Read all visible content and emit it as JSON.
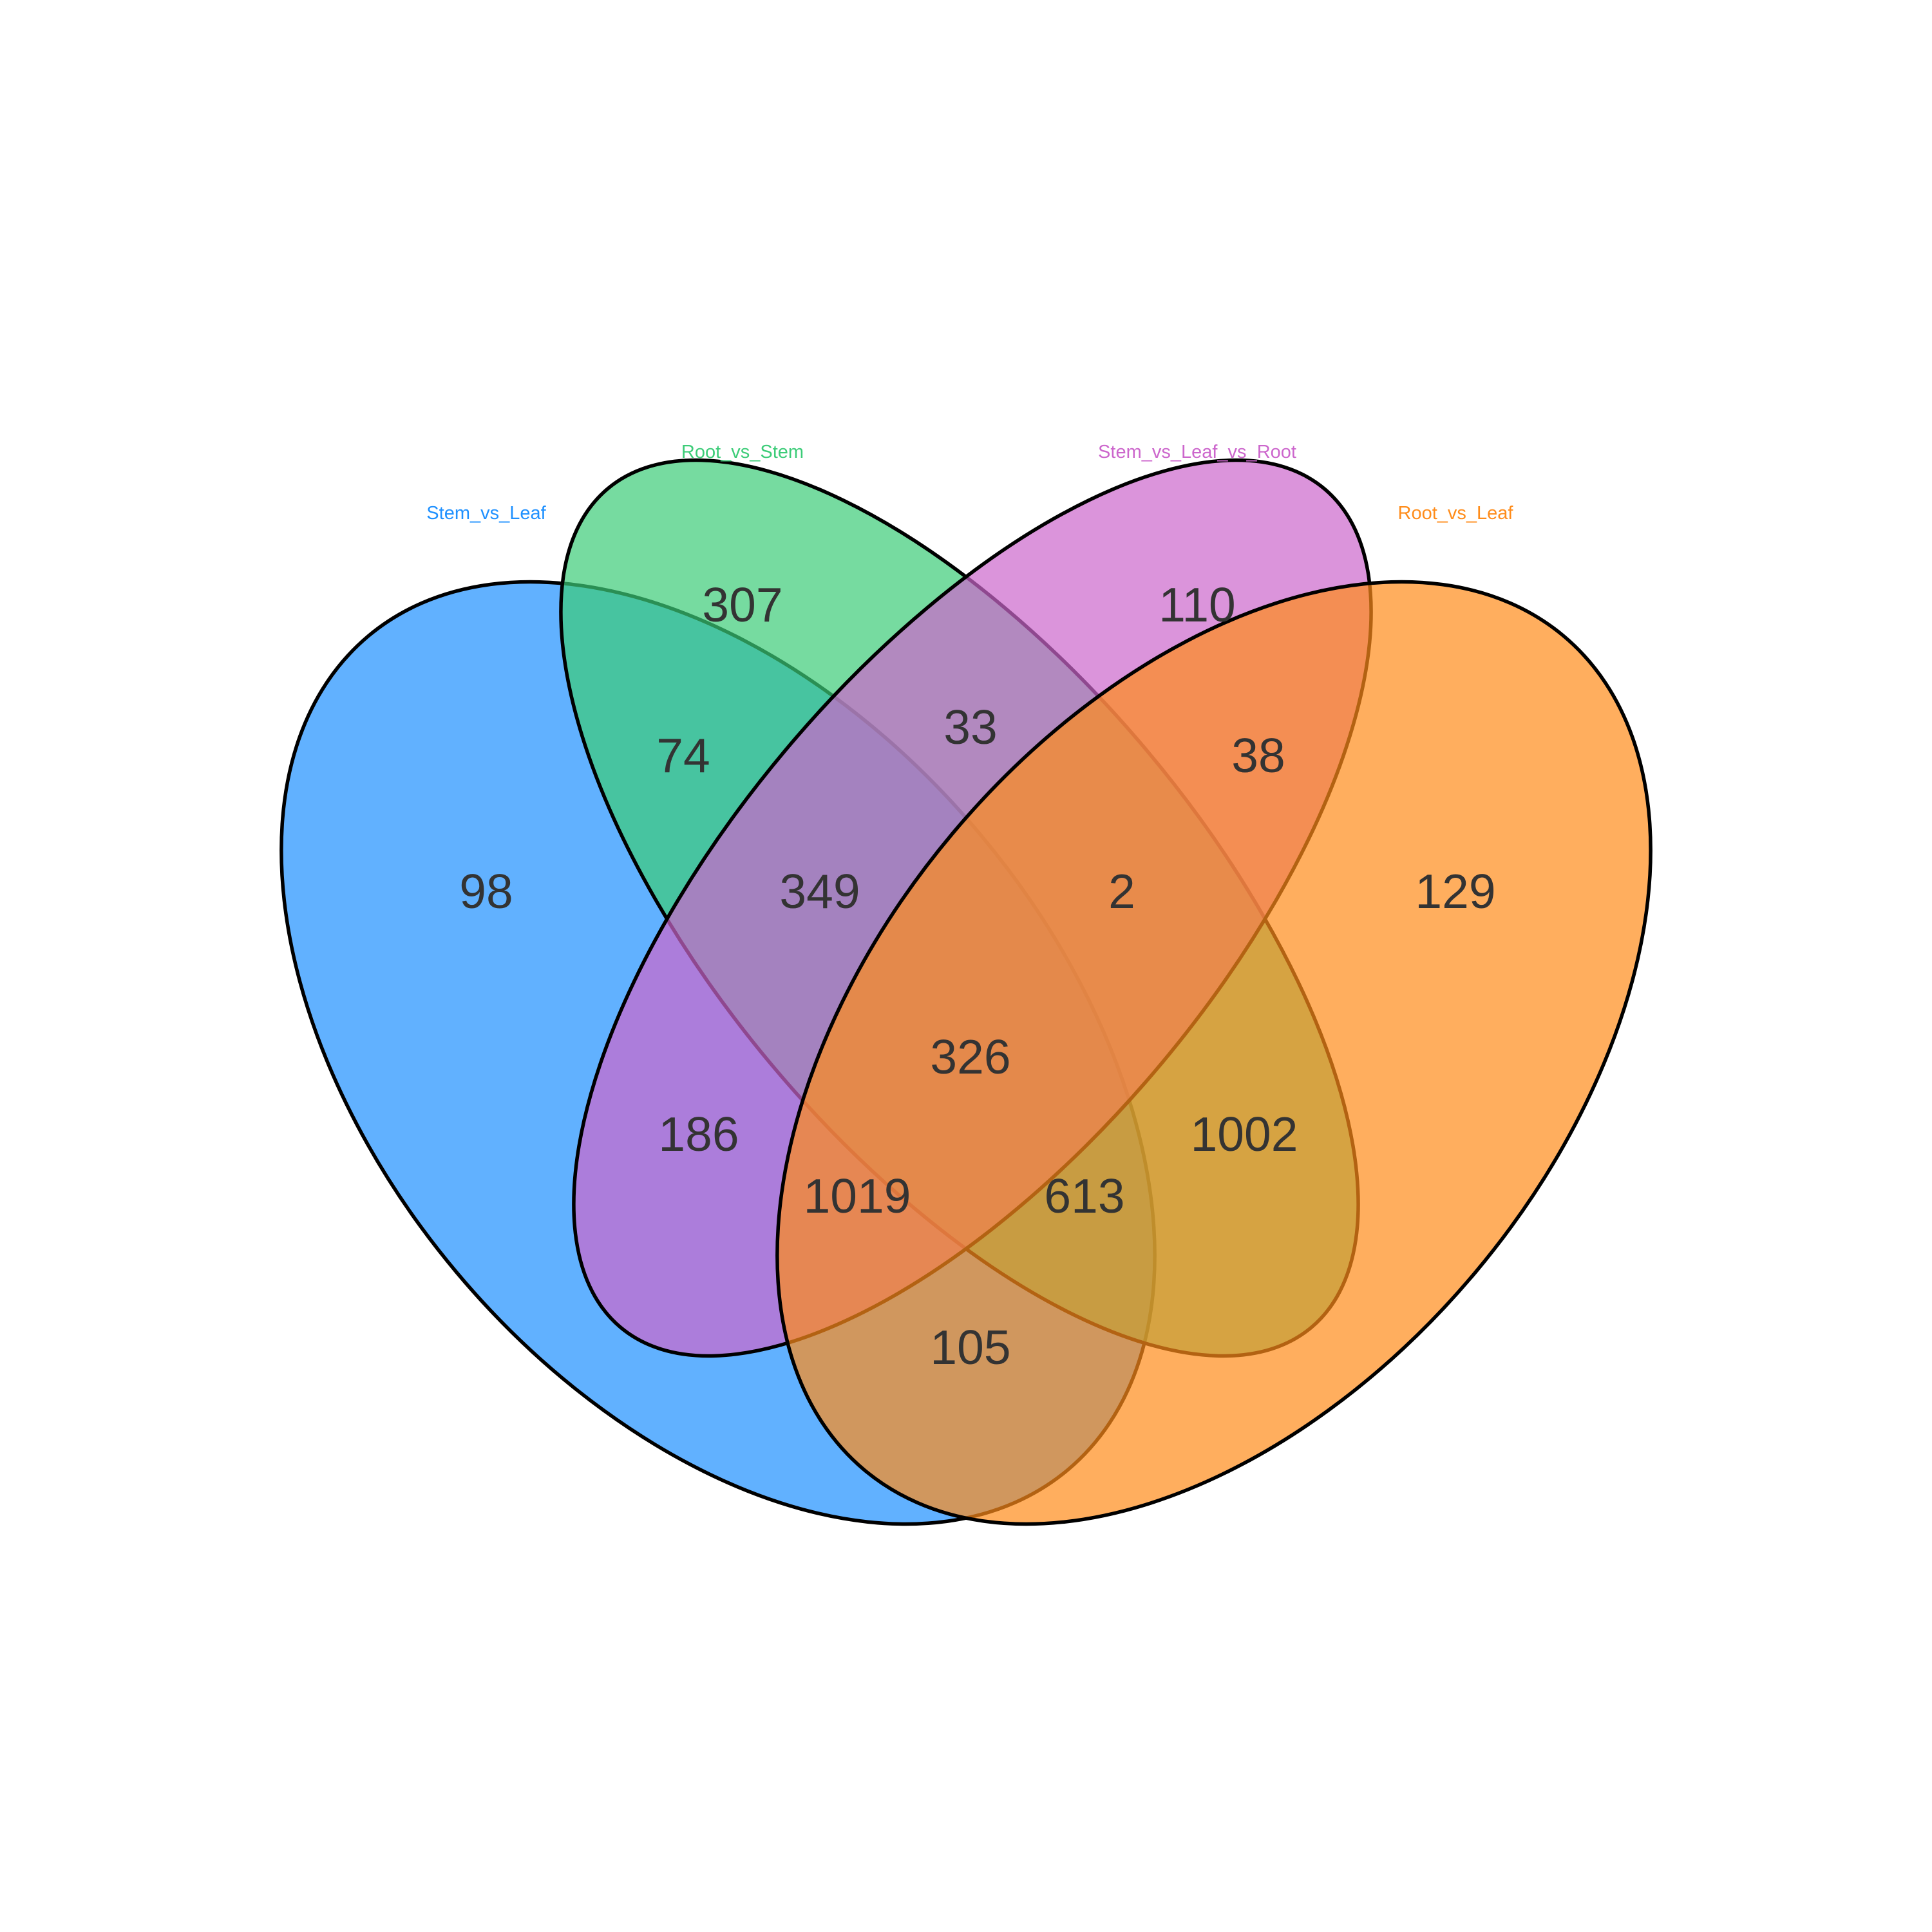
{
  "sets": [
    {
      "id": "A",
      "name": "Stem_vs_Leaf",
      "color": "#1E90FF"
    },
    {
      "id": "B",
      "name": "Root_vs_Stem",
      "color": "#3CCC78"
    },
    {
      "id": "C",
      "name": "Stem_vs_Leaf_vs_Root",
      "color": "#CC66CC"
    },
    {
      "id": "D",
      "name": "Root_vs_Leaf",
      "color": "#FF8C1A"
    }
  ],
  "regions": {
    "A": "98",
    "B": "307",
    "C": "110",
    "D": "129",
    "AB": "74",
    "BC": "33",
    "CD": "38",
    "ABC": "349",
    "BCD": "2",
    "ABCD": "326",
    "AC": "186",
    "BD": "1002",
    "ACD": "1019",
    "ABD": "613",
    "AD": "105"
  },
  "colors": {
    "outline": "#000000",
    "count_text": "#333333",
    "background": "#FFFFFF"
  }
}
